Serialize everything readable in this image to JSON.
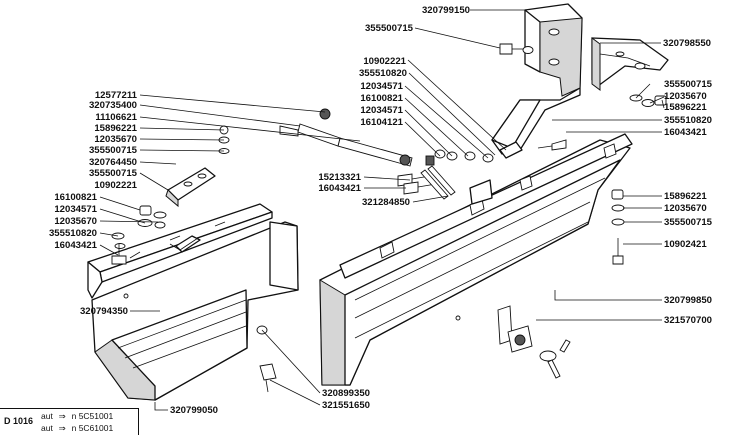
{
  "diagram": {
    "part_numbers": [
      "320799150",
      "355500715",
      "320798550",
      "10902221",
      "355510820",
      "12034571",
      "16100821",
      "12034571",
      "16104121",
      "355500715",
      "12035670",
      "15896221",
      "355510820",
      "16043421",
      "12577211",
      "320735400",
      "11106621",
      "15896221",
      "12035670",
      "355500715",
      "320764450",
      "355500715",
      "16100821",
      "10902221",
      "12034571",
      "12035670",
      "355510820",
      "16043421",
      "15213321",
      "16043421",
      "321284850",
      "15896221",
      "12035670",
      "355500715",
      "10902421",
      "320794350",
      "320799850",
      "321570700",
      "320899350",
      "321551650",
      "320799050"
    ]
  },
  "footer": {
    "code": "D 1016",
    "rows": [
      {
        "prefix": "aut",
        "arrow": "⇒",
        "suffix": "n",
        "serial": "5C51001"
      },
      {
        "prefix": "aut",
        "arrow": "⇒",
        "suffix": "n",
        "serial": "5C61001"
      }
    ]
  }
}
